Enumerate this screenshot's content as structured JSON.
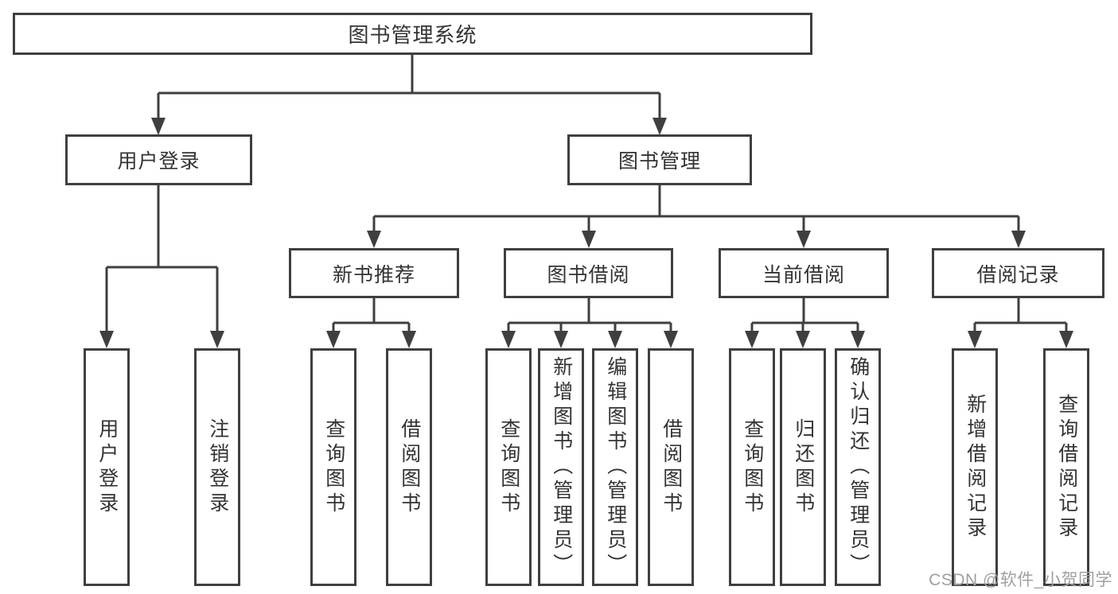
{
  "colors": {
    "line": "#3f3f3f",
    "text": "#333333",
    "watermark": "#a0a0a0",
    "background": "#ffffff"
  },
  "nodes": {
    "root": "图书管理系统",
    "user_login": "用户登录",
    "book_management": "图书管理",
    "new_book_recommendation": "新书推荐",
    "book_borrowing": "图书借阅",
    "current_borrowing": "当前借阅",
    "borrowing_records": "借阅记录",
    "leaf_user_login": "用户登录",
    "leaf_logout": "注销登录",
    "leaf_query_books_1": "查询图书",
    "leaf_borrow_books_1": "借阅图书",
    "leaf_query_books_2": "查询图书",
    "leaf_add_book_admin": "新增图书（管理员）",
    "leaf_edit_book_admin": "编辑图书（管理员）",
    "leaf_borrow_books_2": "借阅图书",
    "leaf_query_books_3": "查询图书",
    "leaf_return_books": "归还图书",
    "leaf_confirm_return_admin": "确认归还（管理员）",
    "leaf_add_borrow_record": "新增借阅记录",
    "leaf_query_borrow_record": "查询借阅记录"
  },
  "watermark": "CSDN @软件_小贺同学"
}
